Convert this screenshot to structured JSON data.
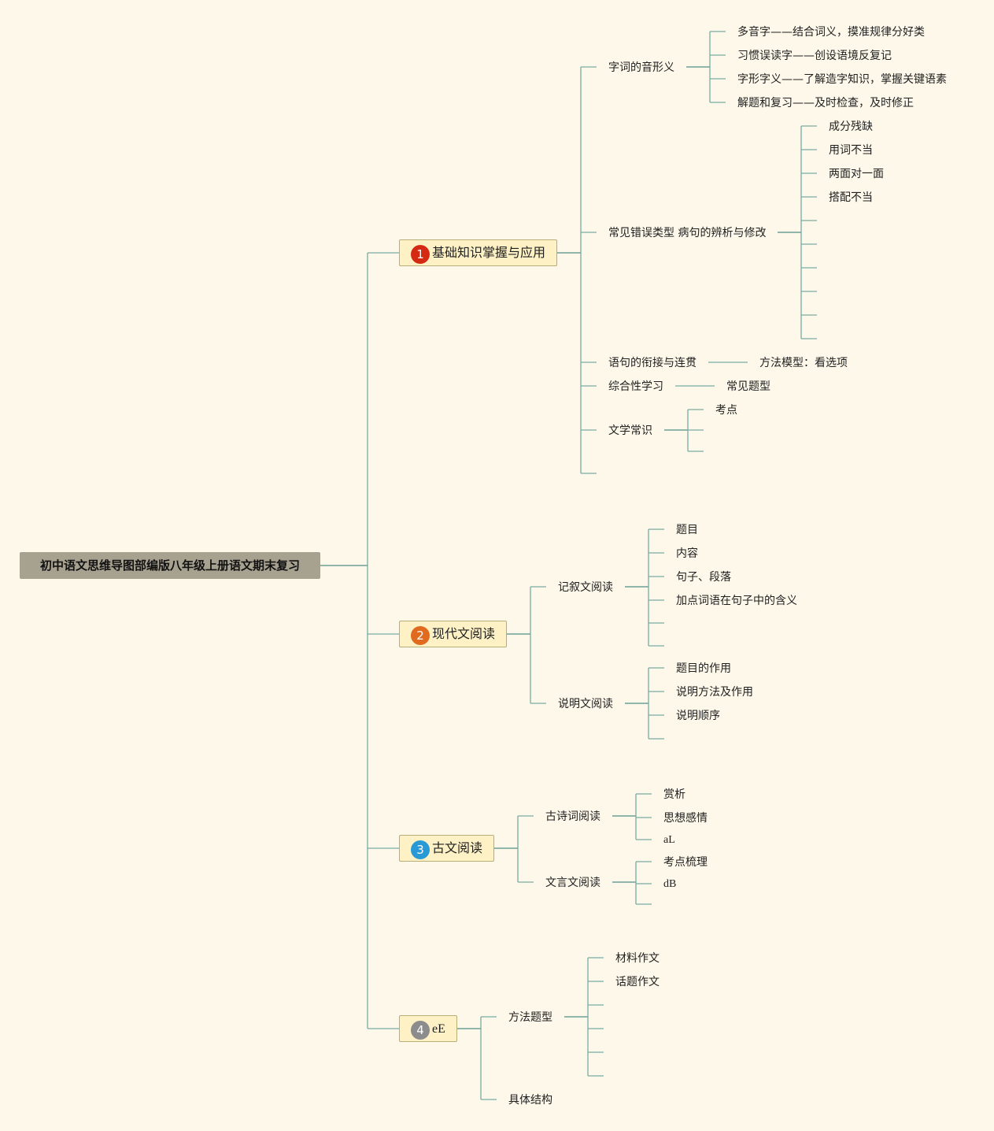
{
  "root": "初中语文思维导图部编版八年级上册语文期末复习",
  "branches": {
    "b1": {
      "badge": "1",
      "label": "基础知识掌握与应用",
      "color": "#d42a14"
    },
    "b2": {
      "badge": "2",
      "label": "现代文阅读",
      "color": "#e06a1e"
    },
    "b3": {
      "badge": "3",
      "label": "古文阅读",
      "color": "#2a9ad6"
    },
    "b4": {
      "badge": "4",
      "label": "eE",
      "color": "#8c8c8c"
    }
  },
  "nodes": {
    "zici": "字词的音形义",
    "zici_1": "多音字——结合词义，摸准规律分好类",
    "zici_2": "习惯误读字——创设语境反复记",
    "zici_3": "字形字义——了解造字知识，掌握关键语素",
    "zici_4": "解题和复习——及时检查，及时修正",
    "bingju": "常见错误类型 病句的辨析与修改",
    "bingju_1": "成分残缺",
    "bingju_2": "用词不当",
    "bingju_3": "两面对一面",
    "bingju_4": "搭配不当",
    "xianjie": "语句的衔接与连贯",
    "xianjie_1": "方法模型：看选项",
    "zonghe": "综合性学习",
    "zonghe_1": "常见题型",
    "wenxue": "文学常识",
    "wenxue_1": "考点",
    "jixu": "记叙文阅读",
    "jixu_1": "题目",
    "jixu_2": "内容",
    "jixu_3": "句子、段落",
    "jixu_4": "加点词语在句子中的含义",
    "shuoming": "说明文阅读",
    "shuoming_1": "题目的作用",
    "shuoming_2": "说明方法及作用",
    "shuoming_3": "说明顺序",
    "gushi": "古诗词阅读",
    "gushi_1": "赏析",
    "gushi_2": "思想感情",
    "gushi_3": "aL",
    "wenyan": "文言文阅读",
    "wenyan_1": "考点梳理",
    "wenyan_2": "dB",
    "fangfa": "方法题型",
    "fangfa_1": "材料作文",
    "fangfa_2": "话题作文",
    "jieguo": "具体结构"
  }
}
